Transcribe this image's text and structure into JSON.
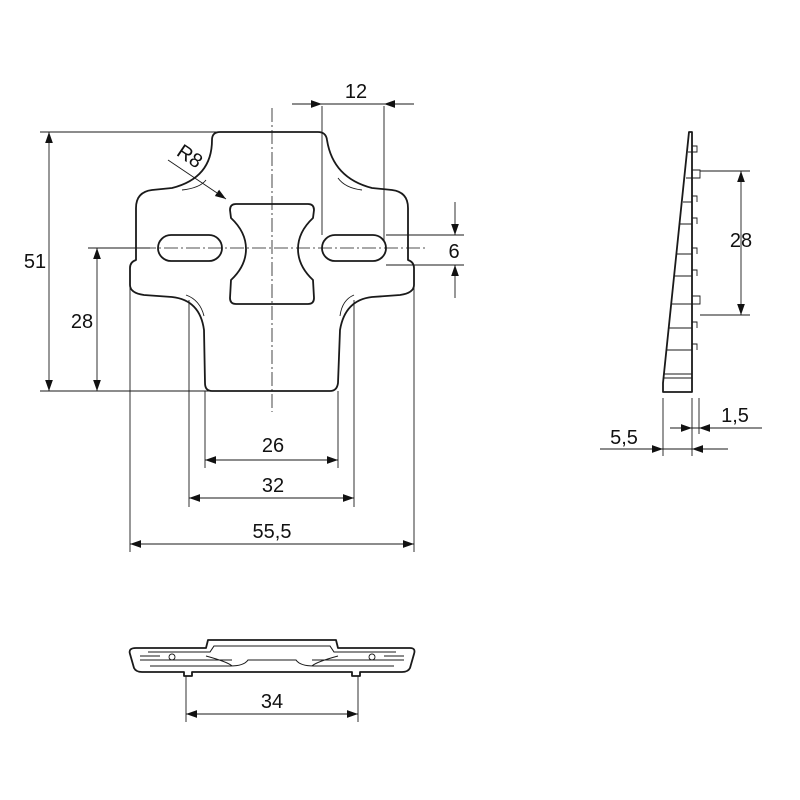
{
  "dimensions": {
    "width_top": "12",
    "radius": "R8",
    "height_total": "51",
    "slot_height": "6",
    "center_height": "28",
    "side_height": "28",
    "width_26": "26",
    "width_32": "32",
    "width_total": "55,5",
    "thick_base": "5,5",
    "thick_tip": "1,5",
    "width_bottom": "34"
  },
  "colors": {
    "line": "#1a1a1a",
    "background": "#ffffff"
  }
}
